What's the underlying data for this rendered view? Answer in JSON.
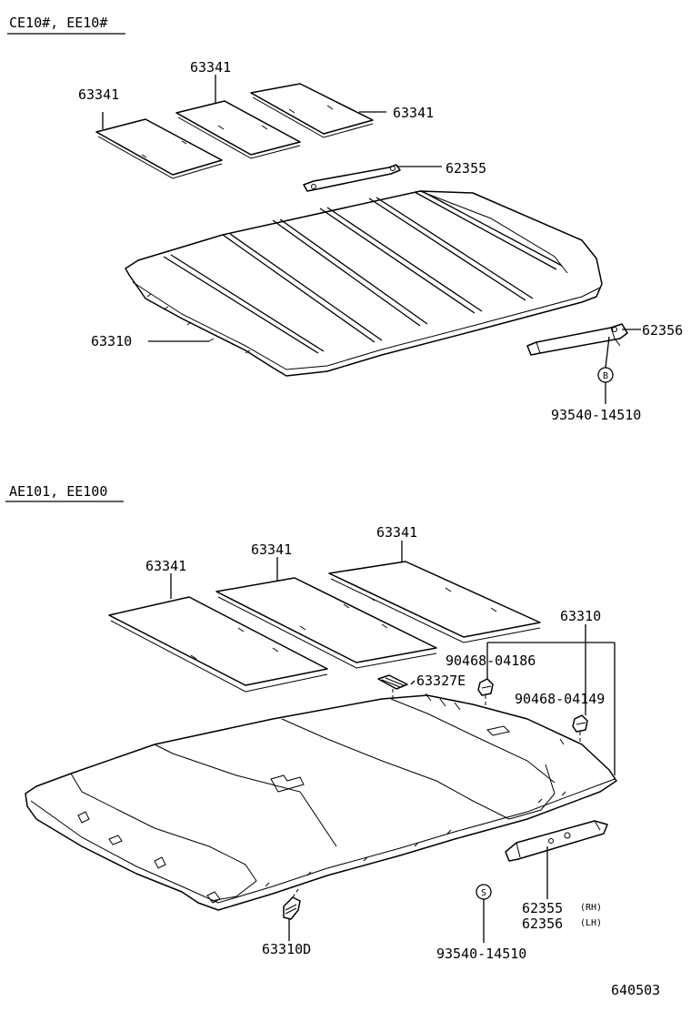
{
  "sections": [
    {
      "title": "CE10#, EE10#",
      "labels": {
        "pad_left": "63341",
        "pad_middle": "63341",
        "pad_right": "63341",
        "rail_front": "62355",
        "headliner": "63310",
        "rail_rear": "62356",
        "clip_code": "B",
        "screw": "93540-14510"
      }
    },
    {
      "title": "AE101, EE100",
      "labels": {
        "pad_left": "63341",
        "pad_middle": "63341",
        "pad_right": "63341",
        "headliner": "63310",
        "clip_a": "90468-04186",
        "clip_b": "90468-04149",
        "lamp_cover": "63327E",
        "rail_rh": "62355",
        "rail_rh_side": "(RH)",
        "rail_lh": "62356",
        "rail_lh_side": "(LH)",
        "clip_code": "S",
        "screw": "93540-14510",
        "clip_d": "63310D"
      }
    }
  ],
  "drawing_number": "640503"
}
